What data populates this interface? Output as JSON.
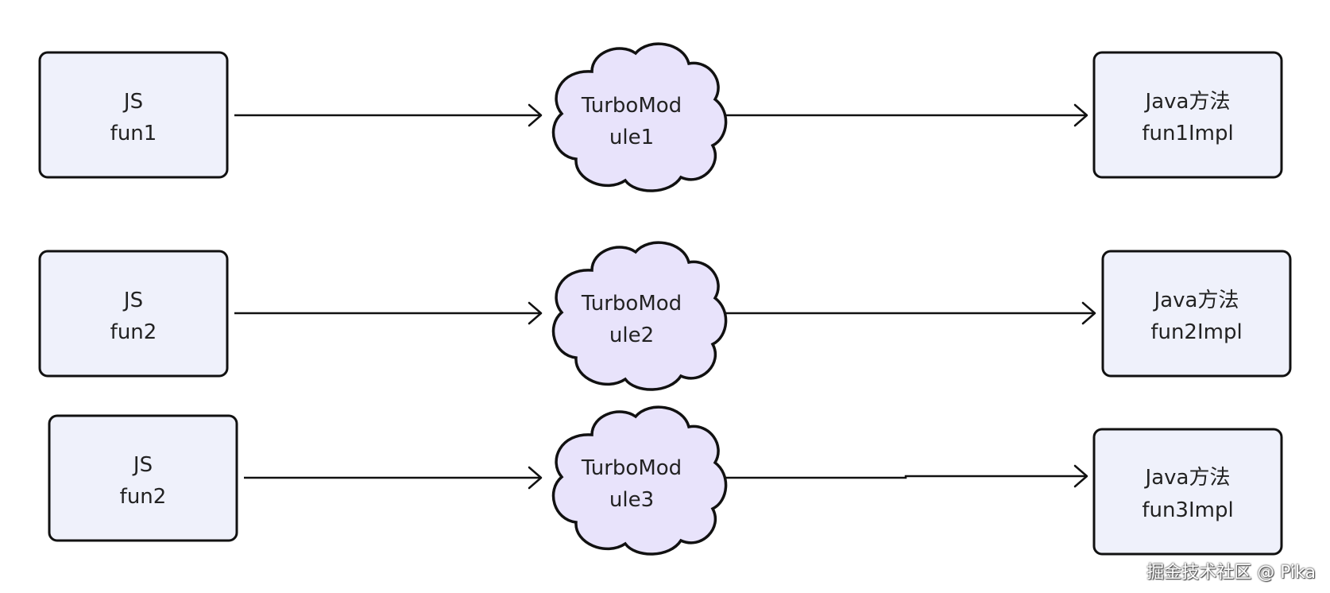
{
  "rows": [
    {
      "js": {
        "line1": "JS",
        "line2": "fun1"
      },
      "module": {
        "line1": "TurboMod",
        "line2": "ule1"
      },
      "java": {
        "line1": "Java方法",
        "line2": "fun1Impl"
      }
    },
    {
      "js": {
        "line1": "JS",
        "line2": "fun2"
      },
      "module": {
        "line1": "TurboMod",
        "line2": "ule2"
      },
      "java": {
        "line1": "Java方法",
        "line2": "fun2Impl"
      }
    },
    {
      "js": {
        "line1": "JS",
        "line2": "fun2"
      },
      "module": {
        "line1": "TurboMod",
        "line2": "ule3"
      },
      "java": {
        "line1": "Java方法",
        "line2": "fun3Impl"
      }
    }
  ],
  "watermark": "掘金技术社区 @ Pika",
  "colors": {
    "box_fill": "#eff1fb",
    "cloud_fill": "#e8e3fb",
    "stroke": "#111111"
  }
}
